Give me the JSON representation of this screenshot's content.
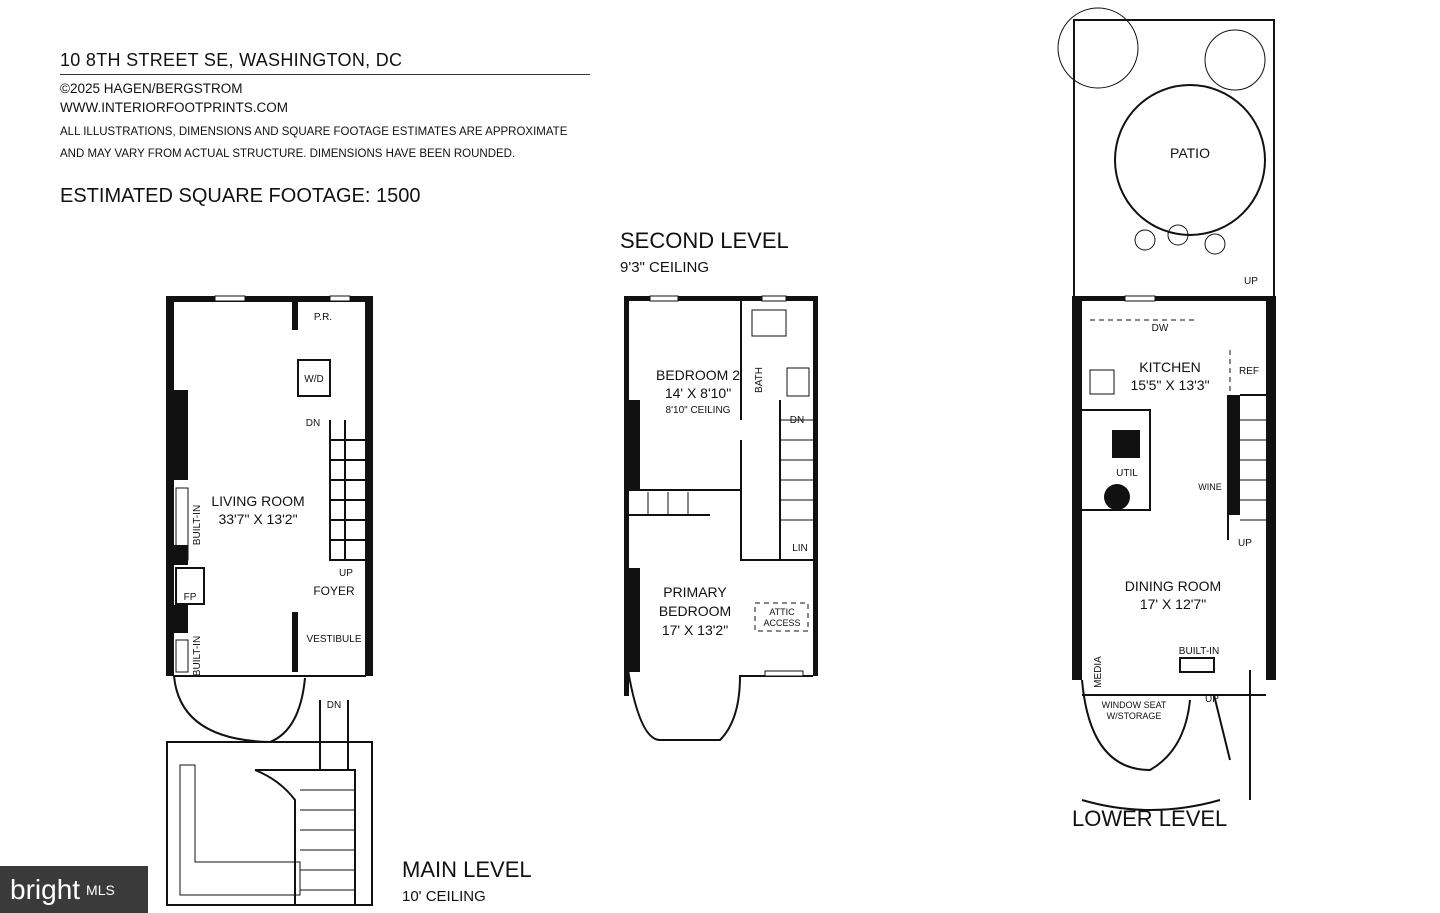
{
  "header": {
    "address": "10 8TH STREET SE, WASHINGTON, DC",
    "copyright": "©2025 HAGEN/BERGSTROM",
    "website": "WWW.INTERIORFOOTPRINTS.COM",
    "disclaimer_1": "ALL ILLUSTRATIONS, DIMENSIONS AND SQUARE FOOTAGE ESTIMATES ARE APPROXIMATE",
    "disclaimer_2": "AND MAY VARY FROM ACTUAL STRUCTURE. DIMENSIONS HAVE BEEN ROUNDED.",
    "square_footage": "ESTIMATED SQUARE FOOTAGE:  1500"
  },
  "main_level": {
    "title": "MAIN LEVEL",
    "ceiling": "10' CEILING",
    "rooms": {
      "living_name": "LIVING ROOM",
      "living_dim": "33'7\" X 13'2\"",
      "pr": "P.R.",
      "wd": "W/D",
      "foyer": "FOYER",
      "vestibule": "VESTIBULE",
      "fp": "FP",
      "builtin": "BUILT-IN",
      "dn": "DN",
      "up": "UP"
    }
  },
  "second_level": {
    "title": "SECOND LEVEL",
    "ceiling": "9'3\" CEILING",
    "rooms": {
      "bed2_name": "BEDROOM 2",
      "bed2_dim": "14' X 8'10\"",
      "bed2_ceiling": "8'10\" CEILING",
      "primary_1": "PRIMARY",
      "primary_2": "BEDROOM",
      "primary_dim": "17' X 13'2\"",
      "bath": "BATH",
      "lin": "LIN",
      "attic_1": "ATTIC",
      "attic_2": "ACCESS",
      "dn": "DN"
    }
  },
  "lower_level": {
    "title": "LOWER LEVEL",
    "rooms": {
      "patio": "PATIO",
      "kitchen_name": "KITCHEN",
      "kitchen_dim": "15'5\" X 13'3\"",
      "dw": "DW",
      "ref": "REF",
      "util": "UTIL",
      "wine": "WINE",
      "dining_name": "DINING ROOM",
      "dining_dim": "17' X 12'7\"",
      "builtin": "BUILT-IN",
      "media": "MEDIA",
      "window_seat_1": "WINDOW SEAT",
      "window_seat_2": "W/STORAGE",
      "up": "UP"
    }
  },
  "watermark": {
    "brand": "bright",
    "suffix": "MLS"
  }
}
